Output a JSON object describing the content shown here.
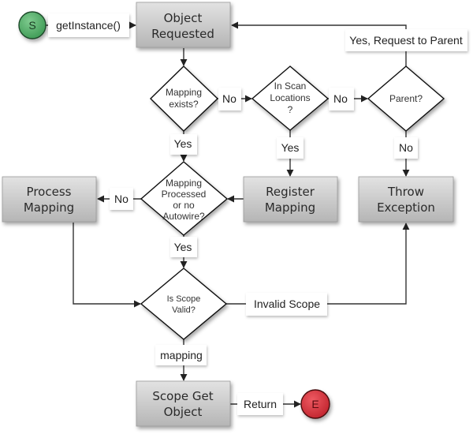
{
  "diagram": {
    "title": "Object instance resolution flow",
    "colors": {
      "start": "#5cb572",
      "end": "#d83a44",
      "process_top": "#dcdcdc",
      "process_bottom": "#b8b8b8",
      "line": "#333333"
    },
    "terminals": {
      "start": {
        "label": "S"
      },
      "end": {
        "label": "E"
      }
    },
    "processes": {
      "object_requested": {
        "lines": [
          "Object",
          "Requested"
        ]
      },
      "process_mapping": {
        "lines": [
          "Process",
          "Mapping"
        ]
      },
      "register_mapping": {
        "lines": [
          "Register",
          "Mapping"
        ]
      },
      "throw_exception": {
        "lines": [
          "Throw",
          "Exception"
        ]
      },
      "scope_get_object": {
        "lines": [
          "Scope Get",
          "Object"
        ]
      }
    },
    "decisions": {
      "mapping_exists": {
        "lines": [
          "Mapping",
          "exists?"
        ]
      },
      "in_scan_locations": {
        "lines": [
          "In Scan",
          "Locations",
          "?"
        ]
      },
      "parent": {
        "lines": [
          "Parent?"
        ]
      },
      "mapping_processed": {
        "lines": [
          "Mapping",
          "Processed",
          "or no",
          "Autowire?"
        ]
      },
      "scope_valid": {
        "lines": [
          "Is Scope",
          "Valid?"
        ]
      }
    },
    "edge_labels": {
      "get_instance": "getInstance()",
      "no_1": "No",
      "no_2": "No",
      "yes_request_parent": "Yes, Request to Parent",
      "yes_1": "Yes",
      "yes_2": "Yes",
      "no_3": "No",
      "no_4": "No",
      "yes_3": "Yes",
      "invalid_scope": "Invalid Scope",
      "mapping": "mapping",
      "return": "Return"
    }
  }
}
